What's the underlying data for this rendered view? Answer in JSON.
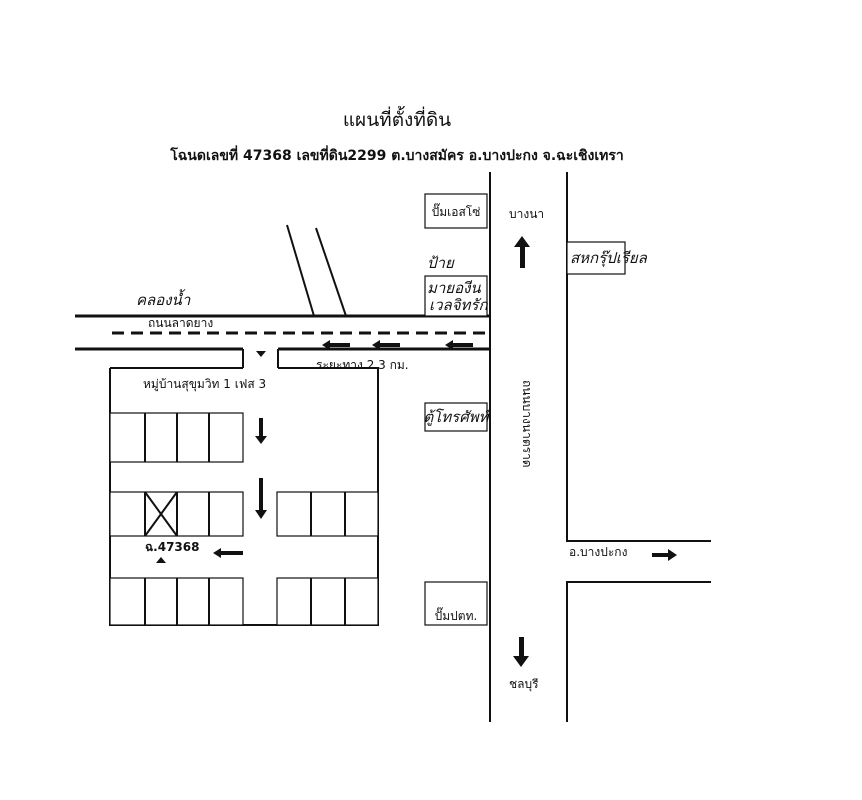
{
  "title": "แผนที่ตั้งที่ดิน",
  "subtitle": "โฉนดเลขที่ 47368 เลขที่ดิน2299 ต.บางสมัคร อ.บางปะกง จ.ฉะเชิงเทรา",
  "labels": {
    "canal": "คลองน้ำ",
    "asphalt_road": "ถนนลาดยาง",
    "distance": "ระยะทาง 2.3 กม.",
    "village": "หมู่บ้านสุขุมวิท 1 เฟส 3",
    "plot_id": "ฉ.47368",
    "main_road": "ถนนบางนาตราด",
    "to_bangna": "บางนา",
    "to_chonburi": "ชลบุรี",
    "to_bangpakong": "อ.บางปะกง"
  },
  "landmarks": {
    "gas_station_top": "ปั๊มเอสโซ่",
    "sign": "ป้าย",
    "sign_sub1": "มายองีน",
    "sign_sub2": "เวลจิทรัก",
    "police_box": "ตู้โทรศัพท์",
    "right_building": "สหกรุ๊ปเรียล",
    "gas_station_bottom": "ปั๊มปตท."
  }
}
